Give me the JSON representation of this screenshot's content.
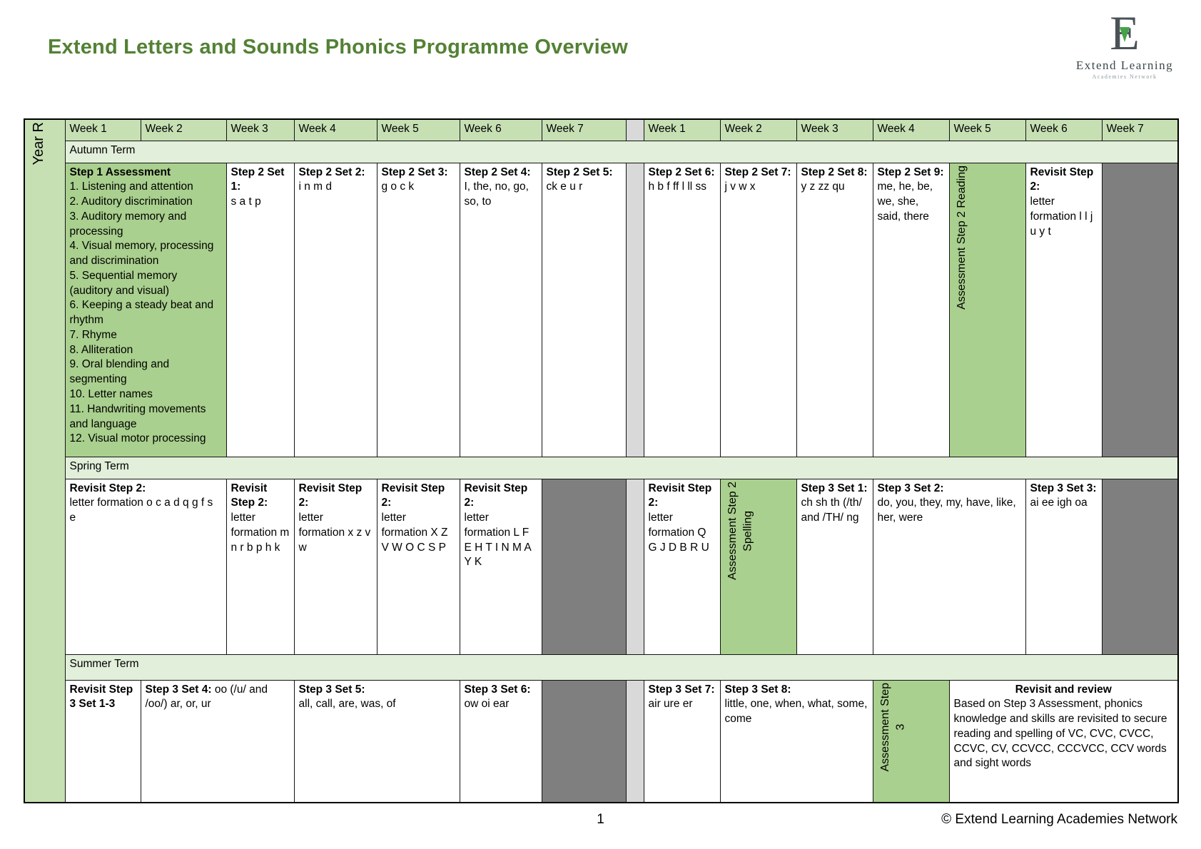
{
  "page": {
    "title": "Extend Letters and Sounds Phonics Programme Overview",
    "page_number": "1",
    "copyright": "© Extend Learning Academies Network"
  },
  "logo": {
    "letter": "E",
    "name": "Extend Learning",
    "subtitle": "Academies Network"
  },
  "colors": {
    "title_green": "#538135",
    "header_green": "#c6e0b4",
    "banner_green": "#e2efda",
    "cell_green": "#a9d08e",
    "dark_gray": "#7f7f7f",
    "gap_gray": "#d9d9d9",
    "logo_accent_green": "#44a348"
  },
  "table": {
    "year_label": "Year R",
    "weeks": [
      "Week 1",
      "Week 2",
      "Week 3",
      "Week 4",
      "Week 5",
      "Week 6",
      "Week 7"
    ],
    "autumn": {
      "label": "Autumn Term",
      "assessment": {
        "title": "Step 1 Assessment",
        "items": [
          "1. Listening and attention",
          "2. Auditory discrimination",
          "3. Auditory memory and processing",
          "4. Visual memory, processing and discrimination",
          "5. Sequential memory (auditory and visual)",
          "6. Keeping a steady beat and rhythm",
          "7. Rhyme",
          "8. Alliteration",
          "9. Oral blending and segmenting",
          "10. Letter names",
          "11. Handwriting movements and language",
          "12. Visual motor processing"
        ]
      },
      "w3": {
        "title": "Step 2 Set 1:",
        "body": "s a t p"
      },
      "w4": {
        "title": "Step 2 Set 2:",
        "body": "i n m d"
      },
      "w5": {
        "title": "Step 2 Set 3:",
        "body": "g o c k"
      },
      "w6": {
        "title": "Step 2 Set 4:",
        "body": "I, the, no, go, so, to"
      },
      "w7": {
        "title": "Step 2 Set 5:",
        "body": "ck e u r"
      },
      "r1": {
        "title": "Step 2 Set 6:",
        "body": "h b f ff l ll ss"
      },
      "r2": {
        "title": "Step 2 Set 7:",
        "body": "j v w x"
      },
      "r3": {
        "title": "Step 2 Set 8:",
        "body": "y z  zz qu"
      },
      "r4": {
        "title": "Step 2 Set 9:",
        "body": "me, he, be, we, she, said, there"
      },
      "r5_vertical": "Assessment Step 2 Reading",
      "r6": {
        "title": "Revisit Step 2:",
        "body": "letter formation l l j u y t"
      }
    },
    "spring": {
      "label": "Spring Term",
      "w12": {
        "title": "Revisit Step 2:",
        "body": "letter formation o c a d q g f s e"
      },
      "w3": {
        "title": "Revisit Step 2:",
        "body": "letter formation m n r b p h k"
      },
      "w4": {
        "title": "Revisit Step 2:",
        "body": "letter formation x z v w"
      },
      "w5": {
        "title": "Revisit Step 2:",
        "body": "letter formation X Z V W O C S P"
      },
      "w6": {
        "title": "Revisit Step 2:",
        "body": "letter formation L F E H T I N M A Y K"
      },
      "r1": {
        "title": "Revisit Step 2:",
        "body": "letter formation Q G J D B R U"
      },
      "r2_vertical_line1": "Assessment Step 2",
      "r2_vertical_line2": "Spelling",
      "r3": {
        "title": "Step 3 Set 1:",
        "body": "ch sh th (/th/ and /TH/ ng"
      },
      "r45": {
        "title": "Step 3 Set 2:",
        "body": "do, you, they, my, have, like, her, were"
      },
      "r6": {
        "title": "Step 3 Set 3:",
        "body": "ai ee igh oa"
      }
    },
    "summer": {
      "label": "Summer Term",
      "w1": {
        "title": "Revisit Step 3 Set 1-3"
      },
      "w23": {
        "title": "Step 3 Set 4:",
        "body": "oo (/u/ and /oo/) ar, or, ur"
      },
      "w45": {
        "title": "Step 3 Set 5:",
        "body": "all, call, are, was, of"
      },
      "w6": {
        "title": "Step 3 Set 6:",
        "body": "ow oi ear"
      },
      "r1": {
        "title": "Step 3 Set 7:",
        "body": "air ure er"
      },
      "r23": {
        "title": "Step 3 Set 8:",
        "body": "little, one, when, what, some, come"
      },
      "r4_vertical_line1": "Assessment Step",
      "r4_vertical_line2": "3",
      "r567": {
        "title": "Revisit and review",
        "body": "Based on Step 3 Assessment, phonics knowledge and skills are revisited to secure reading and spelling of VC, CVC, CVCC, CCVC, CV, CCVCC, CCCVCC, CCV words and sight words"
      }
    }
  }
}
